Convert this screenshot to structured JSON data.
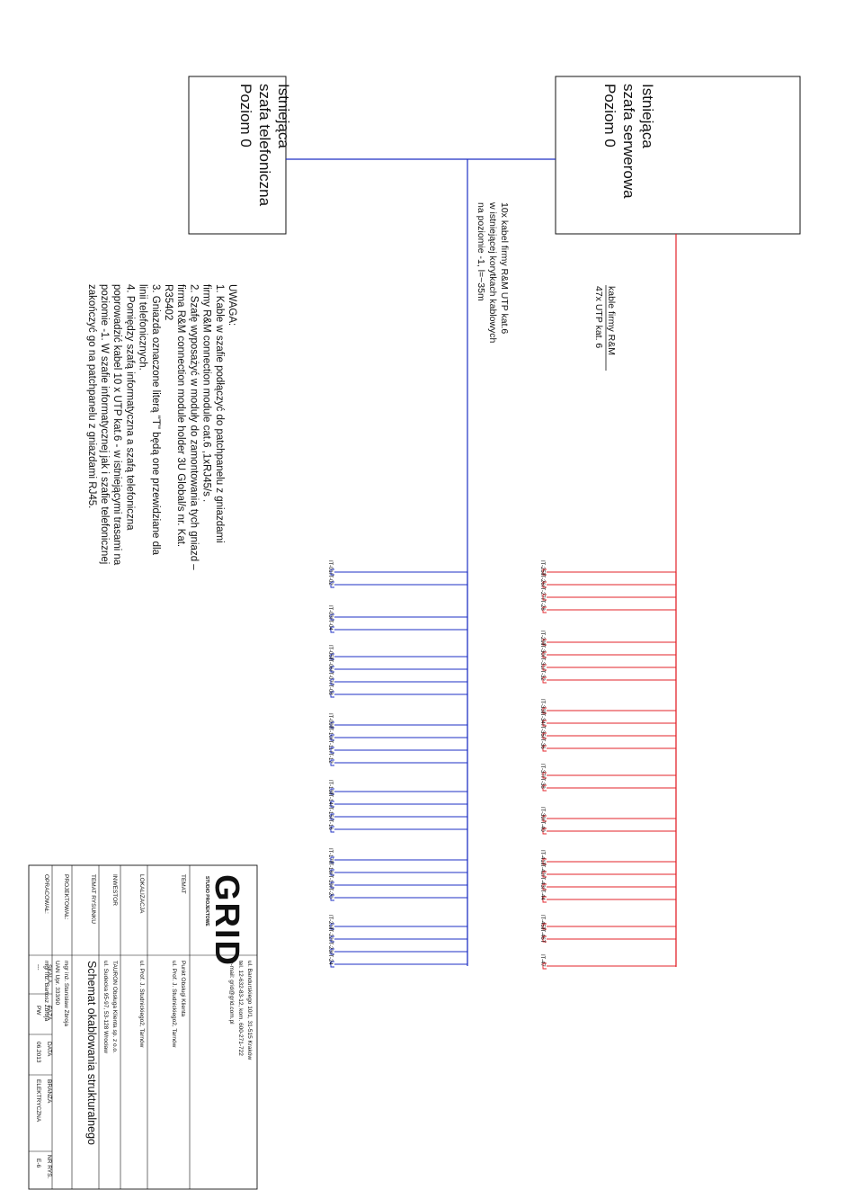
{
  "cabinets": {
    "server": {
      "line1": "Istniejąca",
      "line2": "szafa serwerowa",
      "line3": "Poziom 0"
    },
    "phone": {
      "line1": "Istniejąca",
      "line2": "szafa telefoniczna",
      "line3": "Poziom 0"
    }
  },
  "cables": {
    "red": {
      "line1": "kable firmy  R&M",
      "line2": "47x UTP kat. 6"
    },
    "blue": {
      "line1": "10x kabel firmy R&M UTP kat.6",
      "line2": "w istniejącej korytkach kablowych",
      "line3": "na poziomie -1, l=~35m"
    }
  },
  "colors": {
    "red": "#e3232a",
    "blue": "#1d2fc4",
    "ink": "#111111"
  },
  "notes": [
    "UWAGA:",
    "1. Kable  w  szafie  podłączyć  do  patchpanelu  z  gniazdami",
    "firmy  R&M   connection module cat.6 ,1xRJ45/s .",
    "2. Szafę wyposażyć w moduły do zamontowania tych gniazd –",
    "firma  R&M  connection  module  holder  3U  Global/s  nr.  Kat.",
    "R35402",
    "3. Gniazda  oznaczone  literą  \"T\"  będą  one  przewidziane  dla",
    "linii telefonicznych.",
    "4.   Pomiędzy   szafą   informatyczna   a   szafą   telefoniczna",
    "poprowadzić kabel 10 x UTP kat.6 - w istniejącymi trasami  na",
    "poziomie -1.  W szafie informatycznej jak i szafie telefonicznej",
    "zakończyć go na patchpanelu z gniazdami  RJ45."
  ],
  "ports_red": [
    "IT-25T",
    "IT-26",
    "IT-27",
    "IT-28",
    "IT-29T",
    "IT-30",
    "IT-31",
    "IT-32",
    "IT-33T",
    "IT-34",
    "IT-35",
    "IT-36",
    "IT-37",
    "IT-38",
    "IT-39",
    "IT-40",
    "IT-41T",
    "IT-42",
    "IT-43",
    "IT-44",
    "IT-45T",
    "IT-46T",
    "IT-47"
  ],
  "ports_blue": [
    "IT-01",
    "IT-02",
    "IT-03",
    "IT-04",
    "IT-05T",
    "IT-06",
    "IT-07",
    "IT-08",
    "IT-09T",
    "IT-10",
    "IT-11",
    "IT-12",
    "IT-13T",
    "IT-14",
    "IT-15",
    "IT-16",
    "IT-17T",
    "IT-18",
    "IT-19",
    "IT-20",
    "IT-21T",
    "IT-22",
    "IT-23",
    "IT-24"
  ],
  "titleblock": {
    "logo": "GRID",
    "logo_sub": "STUDIO PROJEKTOWE",
    "address1": "ul. Bandurskiego 10/1, 31-515 Kraków",
    "address2": "tel. 12-632-83-12, kom. 600-271-722",
    "address3": "e-mail: grid@grid.com.pl",
    "temat_label": "TEMAT",
    "temat_value1": "Punkt Obsługi Klienta",
    "temat_value2": "ul. Prof. J. Studnickiego2, Tarnów",
    "lokalizacja_label": "LOKALIZACJA",
    "lokalizacja_value": "ul. Prof. J. Studnickiego2, Tarnów",
    "inwestor_label": "INWESTOR",
    "inwestor_value1": "TAURON Obsługa Klienta sp. z o.o.",
    "inwestor_value2": "ul. Sudecka 95-97, 53-128 Wrocław",
    "temat_rysunku_label": "TEMAT RYSUNKU",
    "temat_rysunku_value": "Schemat okablowania strukturalnego",
    "projektowal_label": "PROJEKTOWAŁ:",
    "projektowal_value1": "mgr inż. Stanisław Zbroja",
    "projektowal_value2": "UAN Upr. 333/90",
    "opracowal_label": "OPRACOWAŁ:",
    "opracowal_value": "mgr inż. Bartosz Zbroja",
    "skala_label": "SKALA",
    "skala_value": "---",
    "faza_label": "FAZA",
    "faza_value": "PW",
    "data_label": "DATA",
    "data_value": "06.2013",
    "branza_label": "BRANŻA",
    "branza_value": "ELEKTRYCZNA",
    "nr_label": "NR RYS.",
    "nr_value": "E-6"
  }
}
